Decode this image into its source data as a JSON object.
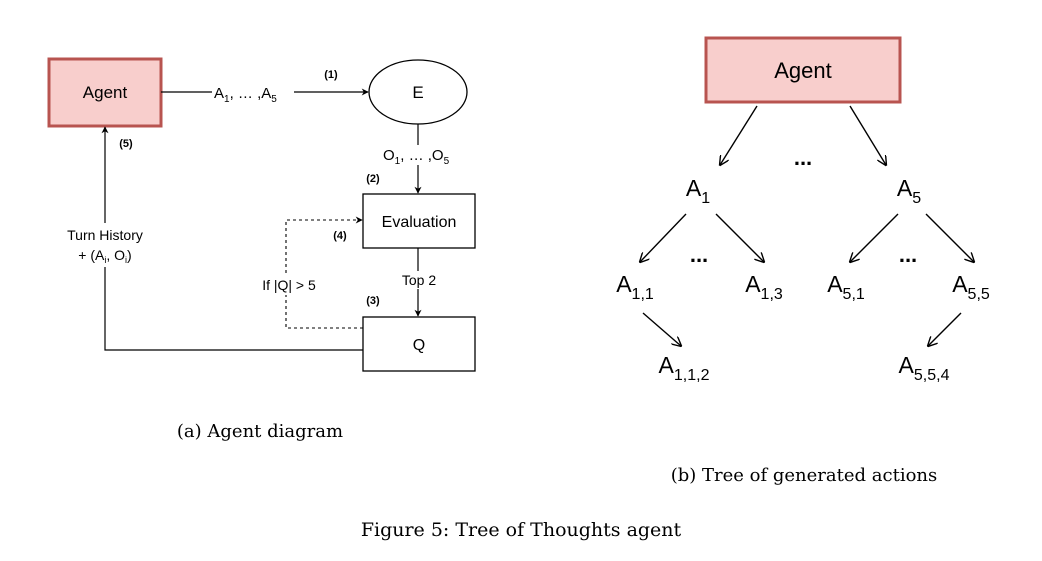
{
  "colors": {
    "agent_fill": "#f8cecc",
    "agent_stroke": "#b85450",
    "line": "#000000"
  },
  "diagram_a": {
    "agent": "Agent",
    "env": "E",
    "evaluation": "Evaluation",
    "queue": "Q",
    "actions_label": {
      "base": "A",
      "first": "1",
      "sep": ", … ,",
      "last": "5"
    },
    "obs_label": {
      "base": "O",
      "first": "1",
      "sep": ", … ,",
      "last": "5"
    },
    "step1": "(1)",
    "step2": "(2)",
    "step3": "(3)",
    "step4": "(4)",
    "step5": "(5)",
    "top2": "Top 2",
    "condition": "If |Q| > 5",
    "history_line1": "Turn History",
    "history_line2": {
      "prefix": "+ (A",
      "sub1": "i",
      "mid": ", O",
      "sub2": "i",
      "suffix": ")"
    },
    "caption": "(a) Agent diagram"
  },
  "diagram_b": {
    "agent": "Agent",
    "ellipsis": "...",
    "nodes": {
      "a1": {
        "base": "A",
        "sub": "1"
      },
      "a5": {
        "base": "A",
        "sub": "5"
      },
      "a11": {
        "base": "A",
        "sub": "1,1"
      },
      "a13": {
        "base": "A",
        "sub": "1,3"
      },
      "a51": {
        "base": "A",
        "sub": "5,1"
      },
      "a55": {
        "base": "A",
        "sub": "5,5"
      },
      "a112": {
        "base": "A",
        "sub": "1,1,2"
      },
      "a554": {
        "base": "A",
        "sub": "5,5,4"
      }
    },
    "caption": "(b) Tree of generated actions"
  },
  "figure_caption": "Figure 5: Tree of Thoughts agent"
}
